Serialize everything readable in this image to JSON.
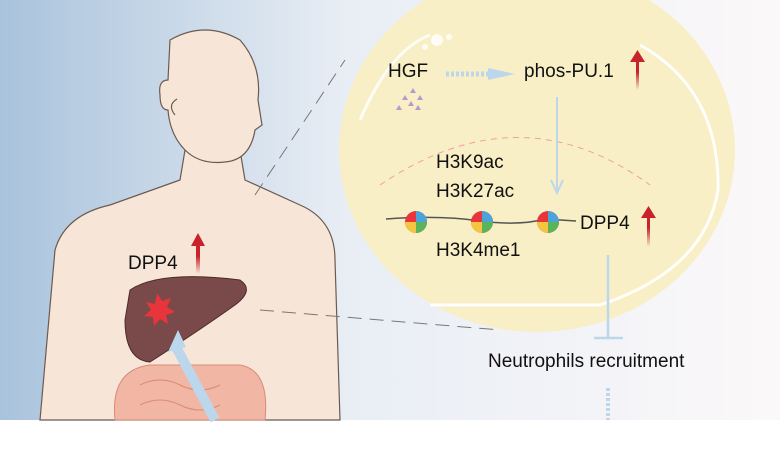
{
  "labels": {
    "hgf": "HGF",
    "phos_pu1": "phos-PU.1",
    "h3k9ac": "H3K9ac",
    "h3k27ac": "H3K27ac",
    "h3k4me1": "H3K4me1",
    "dpp4_cell": "DPP4",
    "dpp4_body": "DPP4",
    "neutrophils": "Neutrophils recruitment"
  },
  "colors": {
    "cell": "#f8efc6",
    "up_arrow": "#c8232b",
    "signal_arrow": "#bcd6ec",
    "skin": "#f7e6d8",
    "liver": "#7a4a4a",
    "background_left": "#a9c3dc"
  }
}
